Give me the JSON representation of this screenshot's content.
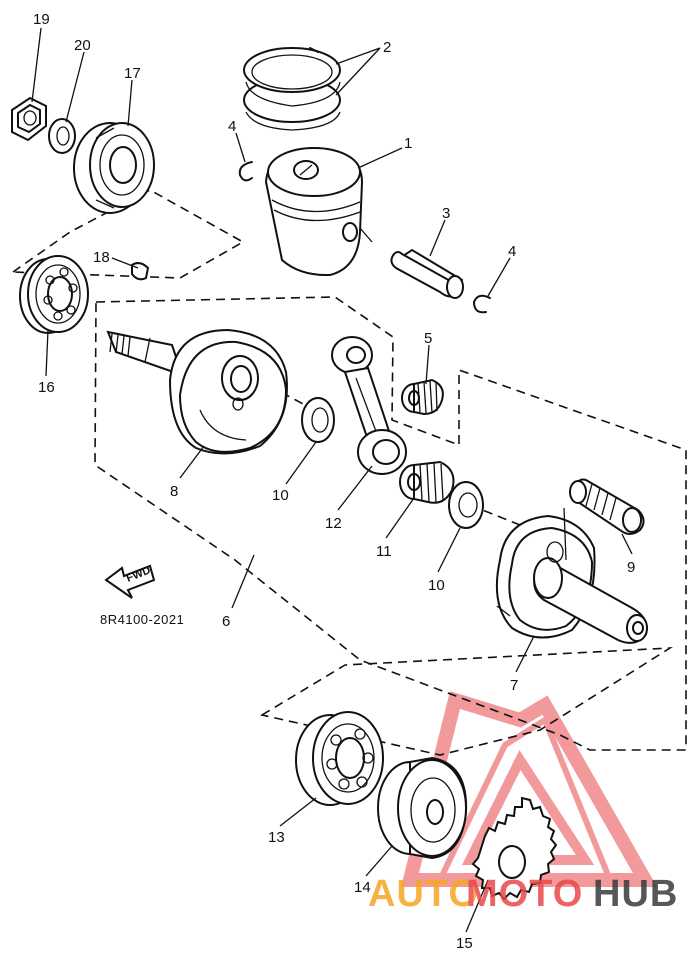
{
  "diagram": {
    "part_number_code": "8R4100-2021",
    "direction_label": "FWD",
    "callouts": [
      {
        "id": "1",
        "label": "1"
      },
      {
        "id": "2",
        "label": "2"
      },
      {
        "id": "3",
        "label": "3"
      },
      {
        "id": "4a",
        "label": "4"
      },
      {
        "id": "4b",
        "label": "4"
      },
      {
        "id": "5",
        "label": "5"
      },
      {
        "id": "6",
        "label": "6"
      },
      {
        "id": "7",
        "label": "7"
      },
      {
        "id": "8",
        "label": "8"
      },
      {
        "id": "9",
        "label": "9"
      },
      {
        "id": "10a",
        "label": "10"
      },
      {
        "id": "10b",
        "label": "10"
      },
      {
        "id": "11",
        "label": "11"
      },
      {
        "id": "12",
        "label": "12"
      },
      {
        "id": "13",
        "label": "13"
      },
      {
        "id": "14",
        "label": "14"
      },
      {
        "id": "15",
        "label": "15"
      },
      {
        "id": "16",
        "label": "16"
      },
      {
        "id": "17",
        "label": "17"
      },
      {
        "id": "18",
        "label": "18"
      },
      {
        "id": "19",
        "label": "19"
      },
      {
        "id": "20",
        "label": "20"
      }
    ]
  },
  "watermark": {
    "text_part1": "AUTO",
    "text_part2": "MOTO",
    "text_part3": "HUB",
    "color_orange": "#f5a623",
    "color_red": "#e8484a",
    "color_dark": "#3a3a3a"
  },
  "colors": {
    "ink": "#111111",
    "background": "#ffffff"
  }
}
